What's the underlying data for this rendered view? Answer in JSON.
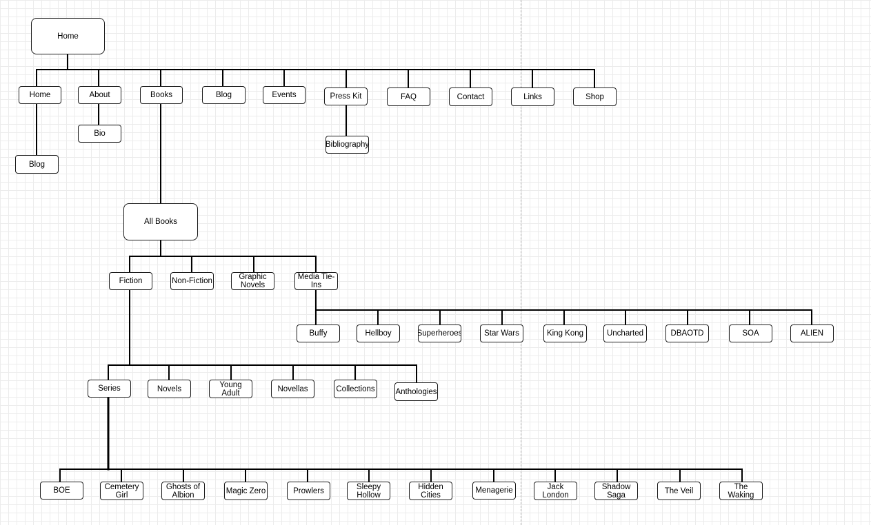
{
  "colors": {
    "stroke": "#000000",
    "node_border": "#1a1a1a",
    "grid": "#ececec",
    "background": "#ffffff"
  },
  "nodes": {
    "home_root": "Home",
    "home": "Home",
    "home_blog": "Blog",
    "about": "About",
    "bio": "Bio",
    "books": "Books",
    "blog": "Blog",
    "events": "Events",
    "press_kit": "Press Kit",
    "bibliography": "Bibliography",
    "faq": "FAQ",
    "contact": "Contact",
    "links": "Links",
    "shop": "Shop",
    "all_books": "All Books",
    "fiction": "Fiction",
    "non_fiction": "Non-Fiction",
    "graphic_novels": "Graphic\nNovels",
    "media_tie_ins": "Media Tie-\nIns",
    "buffy": "Buffy",
    "hellboy": "Hellboy",
    "superheroes": "Superheroes",
    "star_wars": "Star Wars",
    "king_kong": "King Kong",
    "uncharted": "Uncharted",
    "dbaotd": "DBAOTD",
    "soa": "SOA",
    "alien": "ALIEN",
    "series": "Series",
    "novels": "Novels",
    "young_adult": "Young Adult",
    "novellas": "Novellas",
    "collections": "Collections",
    "anthologies": "Anthologies",
    "boe": "BOE",
    "cemetery_girl": "Cemetery\nGirl",
    "ghosts_of_albion": "Ghosts of\nAlbion",
    "magic_zero": "Magic Zero",
    "prowlers": "Prowlers",
    "sleepy_hollow": "Sleepy\nHollow",
    "hidden_cities": "Hidden\nCities",
    "menagerie": "Menagerie",
    "jack_london": "Jack\nLondon",
    "shadow_saga": "Shadow\nSaga",
    "the_veil": "The Veil",
    "the_waking": "The Waking"
  }
}
